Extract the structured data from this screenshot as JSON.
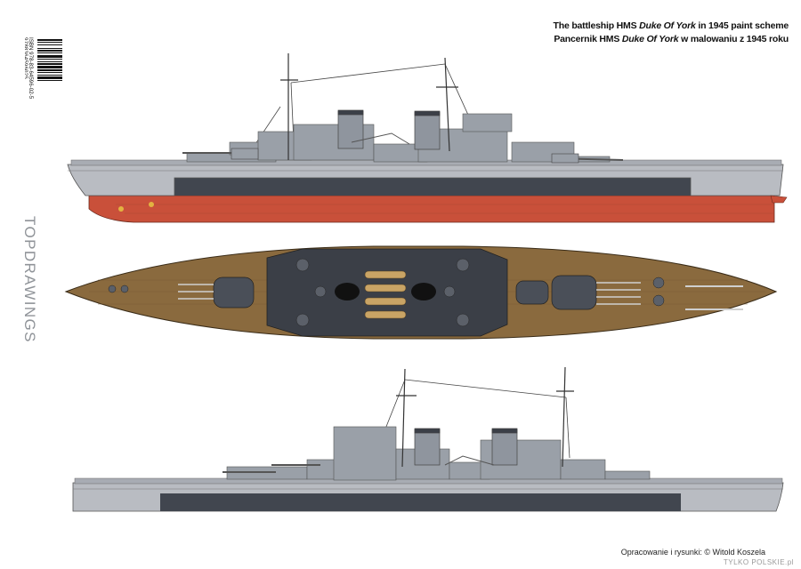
{
  "caption": {
    "line1_prefix": "The battleship HMS ",
    "line1_name": "Duke Of York",
    "line1_suffix": " in 1945 paint scheme",
    "line2_prefix": "Pancernik HMS ",
    "line2_name": "Duke Of York",
    "line2_suffix": " w malowaniu z 1945 roku"
  },
  "isbn": "ISBN 978-83-64596-02-5",
  "isbn_digits": "9788364596025",
  "brand": "TOPDRAWINGS",
  "credit": "Opracowanie i rysunki: © Witold Koszela",
  "watermark": "TYLKO POLSKIE.pl",
  "colors": {
    "hull_light_grey": "#b9bcc2",
    "hull_dark_band": "#41464f",
    "anti_fouling_red": "#c9503a",
    "deck_wood": "#8a6a3e",
    "superstructure_grey": "#9aa0a8",
    "turret_dark": "#3b3f47",
    "brand_grey": "#8f9398"
  }
}
